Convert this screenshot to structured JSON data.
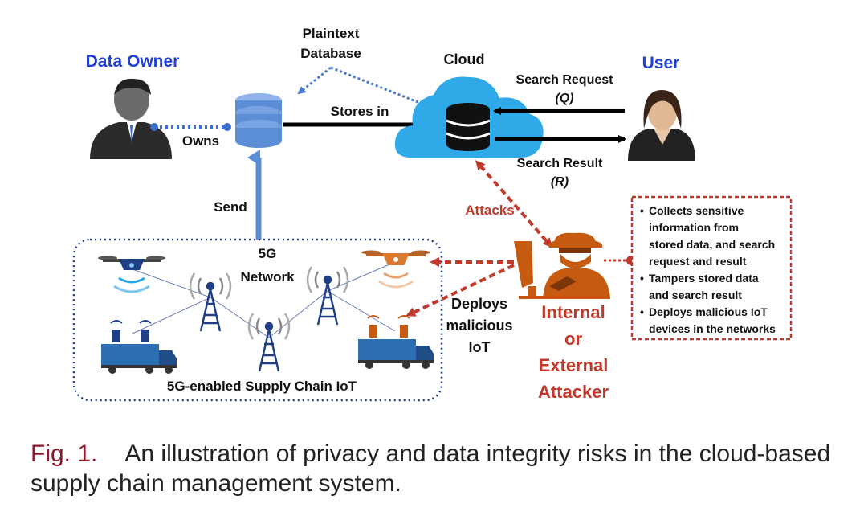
{
  "labels": {
    "data_owner": "Data Owner",
    "owns": "Owns",
    "plaintext_db_line1": "Plaintext",
    "plaintext_db_line2": "Database",
    "cloud": "Cloud",
    "stores_in": "Stores in",
    "user": "User",
    "search_request": "Search Request",
    "search_request_sym": "(Q)",
    "search_result": "Search Result",
    "search_result_sym": "(R)",
    "send": "Send",
    "attacks": "Attacks",
    "network_line1": "5G",
    "network_line2": "Network",
    "supply_chain": "5G-enabled Supply Chain IoT",
    "deploys_line1": "Deploys",
    "deploys_line2": "malicious",
    "deploys_line3": "IoT",
    "attacker_line1": "Internal",
    "attacker_line2": "or",
    "attacker_line3": "External",
    "attacker_line4": "Attacker"
  },
  "threat_box": {
    "bullet": "•",
    "lines": [
      "Collects sensitive",
      "information from",
      "stored data, and search",
      "request and result",
      "Tampers stored data",
      "and search result",
      "Deploys malicious IoT",
      "devices in the networks"
    ]
  },
  "caption": {
    "fig": "Fig. 1.",
    "text": "An illustration of privacy and data integrity risks in the cloud-based supply chain management system."
  },
  "colors": {
    "blue_label": "#1f3fd6",
    "attacker": "#c0392b",
    "attacker_icon": "#c65a11",
    "cloud": "#2fa9e8",
    "db_blue": "#5b8ed6"
  }
}
